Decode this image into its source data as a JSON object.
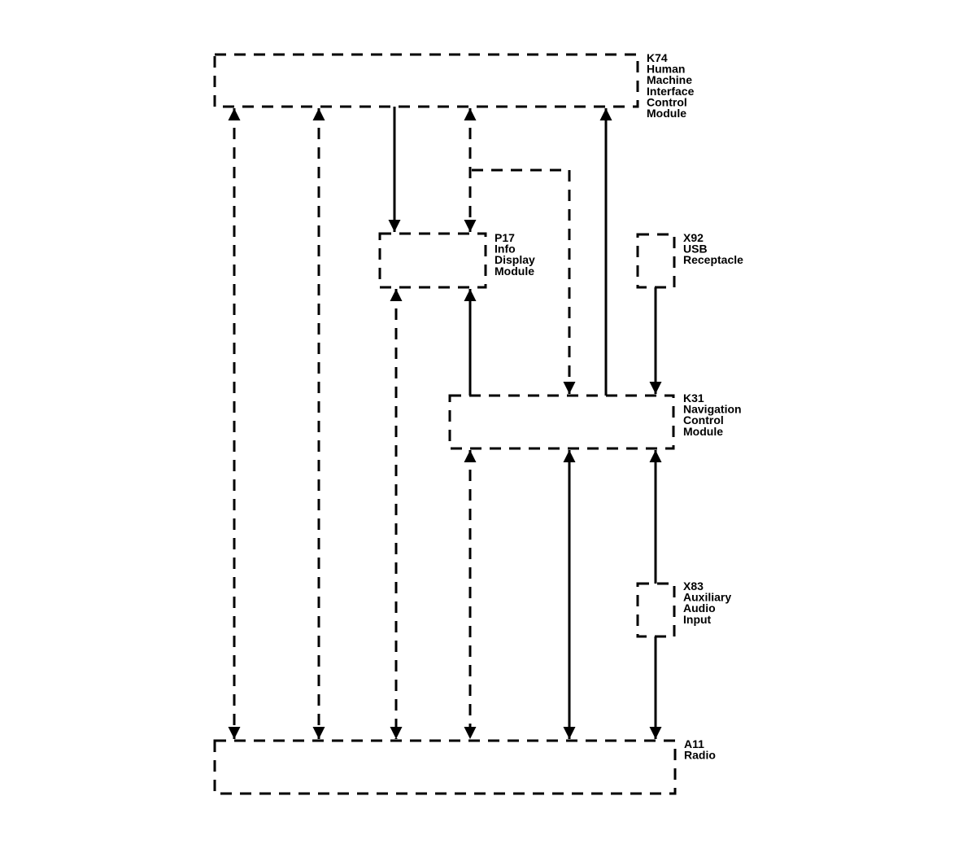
{
  "modules": {
    "k74": {
      "lines": [
        "K74",
        "Human",
        "Machine",
        "Interface",
        "Control",
        "Module"
      ]
    },
    "p17": {
      "lines": [
        "P17",
        "Info",
        "Display",
        "Module"
      ]
    },
    "x92": {
      "lines": [
        "X92",
        "USB",
        "Receptacle"
      ]
    },
    "k31": {
      "lines": [
        "K31",
        "Navigation",
        "Control",
        "Module"
      ]
    },
    "x83": {
      "lines": [
        "X83",
        "Auxiliary",
        "Audio",
        "Input"
      ]
    },
    "a11": {
      "lines": [
        "A11",
        "Radio"
      ]
    }
  }
}
